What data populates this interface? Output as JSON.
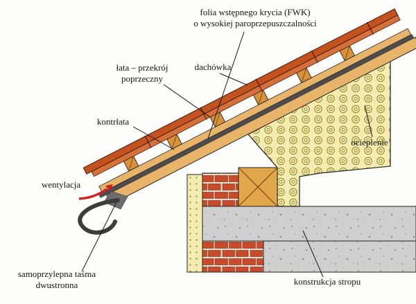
{
  "diagram": {
    "labels": {
      "fwk": {
        "line1": "folia wstępnego krycia (FWK)",
        "line2": "o wysokiej paroprzepuszczalności"
      },
      "lata": {
        "line1": "łata – przekrój",
        "line2": "poprzeczny"
      },
      "dachowka": "dachówka",
      "kontrlata": "kontrłata",
      "wentylacja": "wentylacja",
      "ocieplenie": "ocieplenie",
      "tasma": {
        "line1": "samoprzylepna taśma",
        "line2": "dwustronna"
      },
      "konstrukcja_stropu": "konstrukcja stropu"
    },
    "colors": {
      "tile": "#c2521e",
      "tile_light": "#d4703a",
      "tile_edge": "#4a1a06",
      "wood": "#e7b469",
      "batten": "#d8923c",
      "wood_block": "#e2a64a",
      "membrane": "#4d4d4d",
      "insulation": "#f2ecb0",
      "insulation_curl": "#9a8a30",
      "brick": "#c94a2a",
      "mortar": "#e8ddca",
      "concrete": "#cfcfcf",
      "tape": "#6e6e6e",
      "gutter": "#3c3c3c",
      "arrow": "#d42020"
    }
  }
}
